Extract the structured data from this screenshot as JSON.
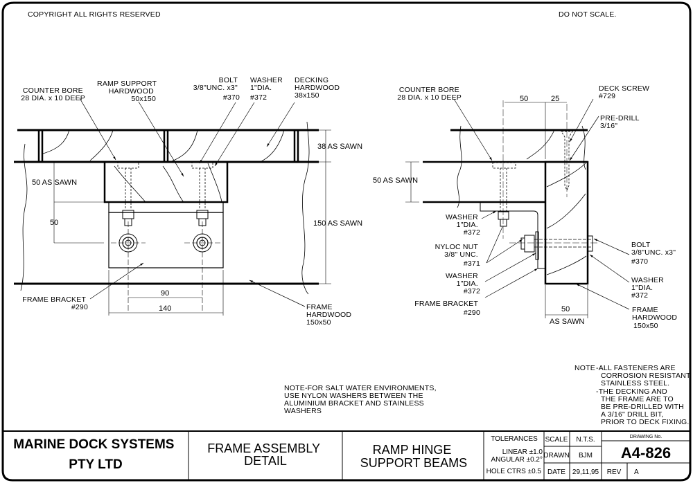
{
  "header": {
    "copyright": "COPYRIGHT ALL RIGHTS RESERVED",
    "scale_warning": "DO NOT SCALE."
  },
  "left_view": {
    "labels": {
      "counter_bore": [
        "COUNTER BORE",
        "28 DIA. x 10 DEEP"
      ],
      "ramp_support": [
        "RAMP SUPPORT",
        "HARDWOOD",
        "50x150"
      ],
      "bolt": [
        "BOLT",
        "3/8\"UNC. x3\"",
        "#370"
      ],
      "washer": [
        "WASHER",
        "1\"DIA.",
        "#372"
      ],
      "decking": [
        "DECKING",
        "HARDWOOD",
        "38x150"
      ],
      "frame_bracket": [
        "FRAME BRACKET",
        "#290"
      ],
      "frame_hardwood": [
        "FRAME",
        "HARDWOOD",
        "150x50"
      ]
    },
    "dimensions": {
      "decking_thickness": "38 AS SAWN",
      "ramp_support_thickness": "50 AS SAWN",
      "bolt_vertical_spacing": "50",
      "frame_depth": "150 AS SAWN",
      "bolt_centres": "90",
      "bracket_width": "140"
    }
  },
  "right_view": {
    "labels": {
      "counter_bore": [
        "COUNTER BORE",
        "28 DIA. x 10 DEEP"
      ],
      "deck_screw": [
        "DECK SCREW",
        "#729"
      ],
      "pre_drill": [
        "PRE-DRILL",
        "3/16\""
      ],
      "washer_top": [
        "WASHER",
        "1\"DIA.",
        "#372"
      ],
      "nyloc_nut": [
        "NYLOC NUT",
        "3/8\" UNC.",
        "#371"
      ],
      "washer_mid": [
        "WASHER",
        "1\"DIA.",
        "#372"
      ],
      "frame_bracket": [
        "FRAME BRACKET",
        "#290"
      ],
      "bolt": [
        "BOLT",
        "3/8\"UNC. x3\"",
        "#370"
      ],
      "washer_right": [
        "WASHER",
        "1\"DIA.",
        "#372"
      ],
      "frame_hardwood": [
        "FRAME",
        "HARDWOOD",
        "150x50"
      ]
    },
    "dimensions": {
      "offset_a": "50",
      "offset_b": "25",
      "ramp_support_thickness": "50 AS SAWN",
      "frame_width": "50",
      "frame_width_note": "AS SAWN"
    }
  },
  "notes": {
    "salt_water": [
      "NOTE-FOR SALT WATER ENVIRONMENTS,",
      "USE NYLON WASHERS BETWEEN THE",
      "ALUMINIUM BRACKET AND STAINLESS",
      "WASHERS"
    ],
    "general_prefix": "NOTE",
    "general": [
      "-ALL FASTENERS ARE",
      "CORROSION RESISTANT",
      "STAINLESS STEEL.",
      "-THE DECKING AND",
      "THE FRAME ARE TO",
      "BE PRE-DRILLED WITH",
      "A 3/16\" DRILL BIT,",
      "PRIOR TO DECK FIXING."
    ]
  },
  "title_block": {
    "company": [
      "MARINE DOCK SYSTEMS",
      "PTY LTD"
    ],
    "title": [
      "FRAME ASSEMBLY",
      "DETAIL"
    ],
    "subtitle": [
      "RAMP HINGE",
      "SUPPORT BEAMS"
    ],
    "tolerances_header": "TOLERANCES",
    "tolerance_linear": "LINEAR  ±1.0",
    "tolerance_angular": "ANGULAR  ±0.2°",
    "tolerance_hole": "HOLE CTRS  ±0.5",
    "scale_label": "SCALE",
    "scale_value": "N.T.S.",
    "drawn_label": "DRAWN",
    "drawn_value": "BJM",
    "date_label": "DATE",
    "date_value": "29,11,95",
    "drawing_no_label": "DRAWING No.",
    "drawing_no": "A4-826",
    "rev_label": "REV",
    "rev_value": "A"
  }
}
